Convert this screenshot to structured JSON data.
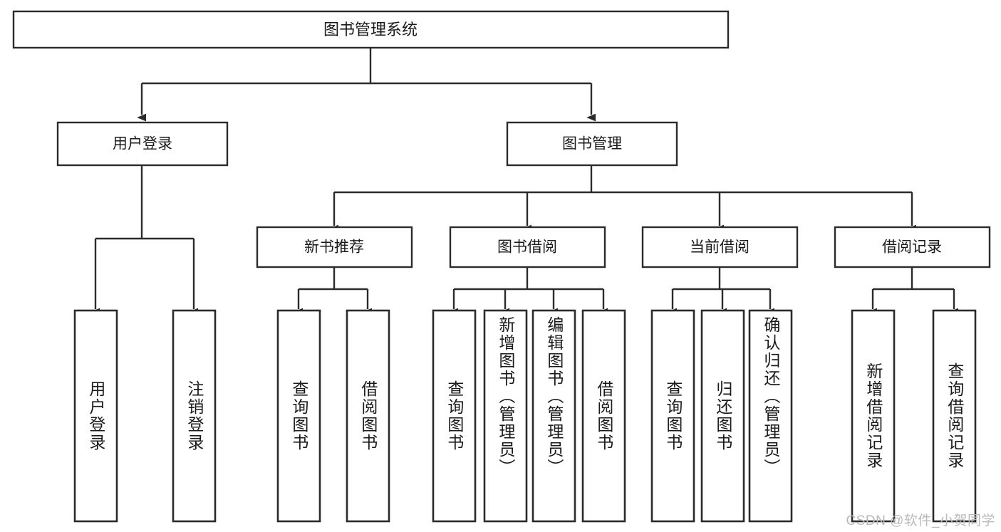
{
  "diagram": {
    "type": "tree-hierarchy-chart",
    "title": "图书管理系统",
    "orientation": "top-down",
    "nodes": {
      "root": {
        "label": "图书管理系统",
        "level": 0
      },
      "level1": [
        {
          "id": "user-login",
          "label": "用户登录"
        },
        {
          "id": "book-management",
          "label": "图书管理"
        }
      ],
      "level2": [
        {
          "id": "new-book-recommend",
          "label": "新书推荐",
          "parent": "book-management"
        },
        {
          "id": "book-borrow",
          "label": "图书借阅",
          "parent": "book-management"
        },
        {
          "id": "current-borrow",
          "label": "当前借阅",
          "parent": "book-management"
        },
        {
          "id": "borrow-record",
          "label": "借阅记录",
          "parent": "book-management"
        }
      ],
      "leaves": [
        {
          "id": "leaf-user-login",
          "label": "用户登录",
          "parent": "user-login"
        },
        {
          "id": "leaf-user-logout",
          "label": "注销登录",
          "parent": "user-login"
        },
        {
          "id": "leaf-query-book-1",
          "label": "查询图书",
          "parent": "new-book-recommend"
        },
        {
          "id": "leaf-borrow-book-1",
          "label": "借阅图书",
          "parent": "new-book-recommend"
        },
        {
          "id": "leaf-query-book-2",
          "label": "查询图书",
          "parent": "book-borrow"
        },
        {
          "id": "leaf-add-book",
          "label": "新增图书（管理员）",
          "parent": "book-borrow"
        },
        {
          "id": "leaf-edit-book",
          "label": "编辑图书（管理员）",
          "parent": "book-borrow"
        },
        {
          "id": "leaf-borrow-book-2",
          "label": "借阅图书",
          "parent": "book-borrow"
        },
        {
          "id": "leaf-query-book-3",
          "label": "查询图书",
          "parent": "current-borrow"
        },
        {
          "id": "leaf-return-book",
          "label": "归还图书",
          "parent": "current-borrow"
        },
        {
          "id": "leaf-confirm-return",
          "label": "确认归还（管理员）",
          "parent": "current-borrow"
        },
        {
          "id": "leaf-add-record",
          "label": "新增借阅记录",
          "parent": "borrow-record"
        },
        {
          "id": "leaf-query-record",
          "label": "查询借阅记录",
          "parent": "borrow-record"
        }
      ]
    },
    "colors": {
      "box_stroke": "#2b2b2b",
      "box_fill": "#ffffff",
      "text": "#1a1a1a",
      "connector": "#2b2b2b",
      "background": "#ffffff",
      "watermark": "#b9b9b9"
    }
  },
  "watermark": {
    "text": "CSDN @软件_小贺同学"
  }
}
